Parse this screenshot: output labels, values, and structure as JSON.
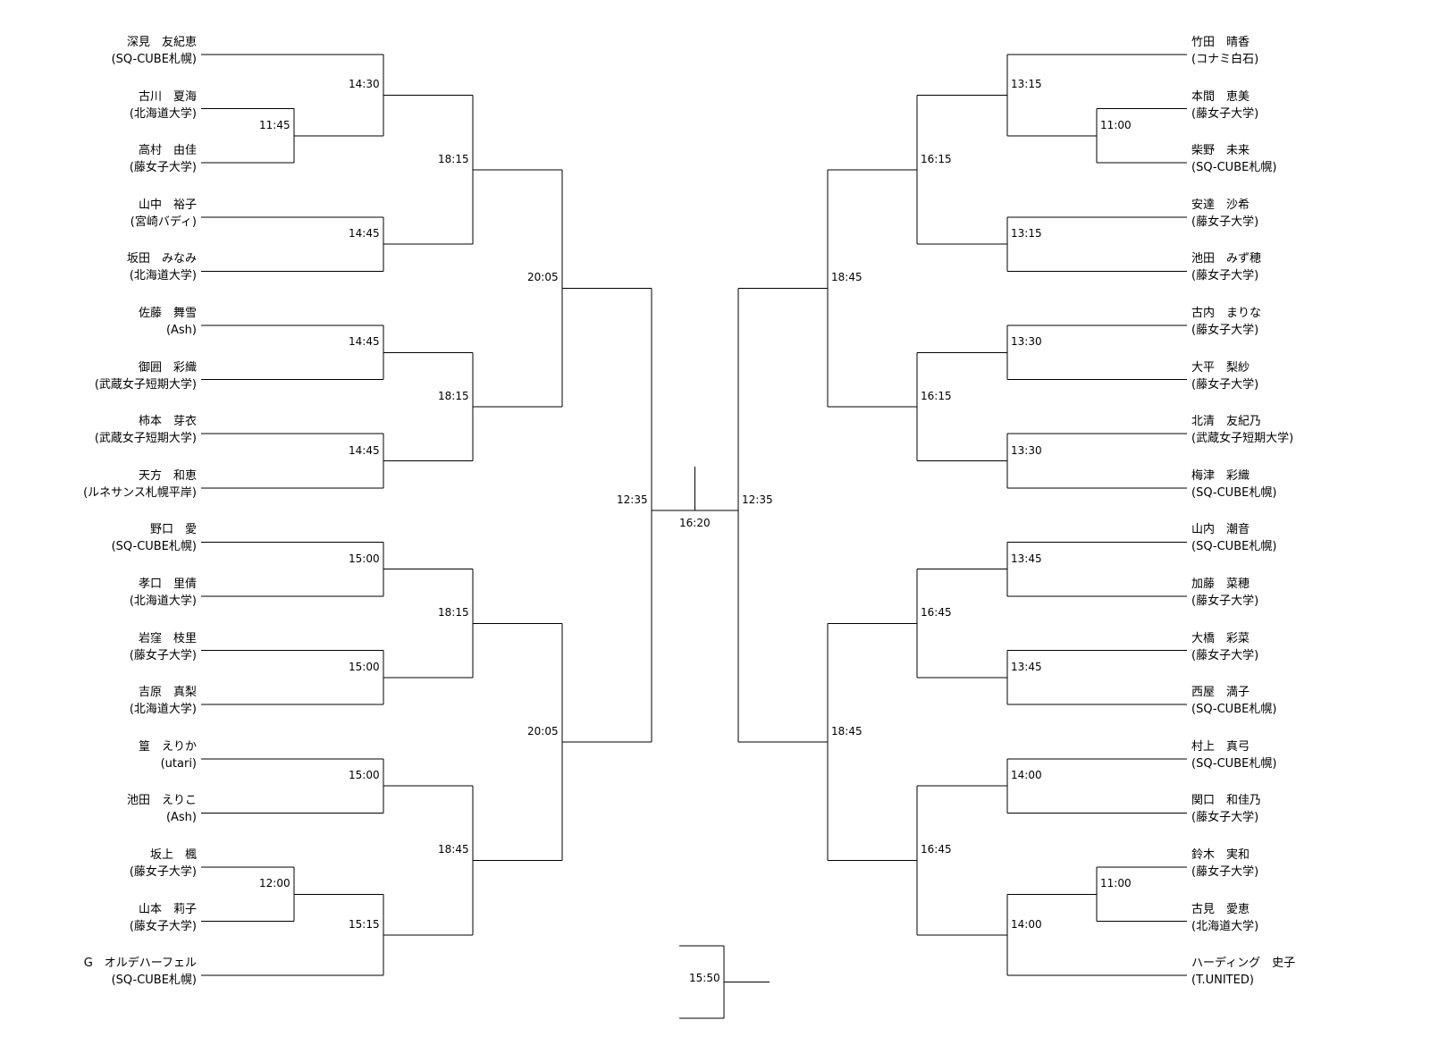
{
  "left_players": [
    {
      "name": "深見　友紀恵",
      "affiliation": "(SQ-CUBE札幌)"
    },
    {
      "name": "古川　夏海",
      "affiliation": "(北海道大学)"
    },
    {
      "name": "高村　由佳",
      "affiliation": "(藤女子大学)"
    },
    {
      "name": "山中　裕子",
      "affiliation": "(宮崎バディ)"
    },
    {
      "name": "坂田　みなみ",
      "affiliation": "(北海道大学)"
    },
    {
      "name": "佐藤　舞雪",
      "affiliation": "(Ash)"
    },
    {
      "name": "御囲　彩織",
      "affiliation": "(武蔵女子短期大学)"
    },
    {
      "name": "柿本　芽衣",
      "affiliation": "(武蔵女子短期大学)"
    },
    {
      "name": "天方　和恵",
      "affiliation": "(ルネサンス札幌平岸)"
    },
    {
      "name": "野口　愛",
      "affiliation": "(SQ-CUBE札幌)"
    },
    {
      "name": "孝口　里倩",
      "affiliation": "(北海道大学)"
    },
    {
      "name": "岩窪　枝里",
      "affiliation": "(藤女子大学)"
    },
    {
      "name": "吉原　真梨",
      "affiliation": "(北海道大学)"
    },
    {
      "name": "篁　えりか",
      "affiliation": "(utari)"
    },
    {
      "name": "池田　えりこ",
      "affiliation": "(Ash)"
    },
    {
      "name": "坂上　楓",
      "affiliation": "(藤女子大学)"
    },
    {
      "name": "山本　莉子",
      "affiliation": "(藤女子大学)"
    },
    {
      "name": "G　オルデハーフェル",
      "affiliation": "(SQ-CUBE札幌)"
    }
  ],
  "right_players": [
    {
      "name": "竹田　晴香",
      "affiliation": "(コナミ白石)"
    },
    {
      "name": "本間　恵美",
      "affiliation": "(藤女子大学)"
    },
    {
      "name": "柴野　未来",
      "affiliation": "(SQ-CUBE札幌)"
    },
    {
      "name": "安達　沙希",
      "affiliation": "(藤女子大学)"
    },
    {
      "name": "池田　みず穂",
      "affiliation": "(藤女子大学)"
    },
    {
      "name": "古内　まりな",
      "affiliation": "(藤女子大学)"
    },
    {
      "name": "大平　梨紗",
      "affiliation": "(藤女子大学)"
    },
    {
      "name": "北清　友紀乃",
      "affiliation": "(武蔵女子短期大学)"
    },
    {
      "name": "梅津　彩織",
      "affiliation": "(SQ-CUBE札幌)"
    },
    {
      "name": "山内　潮音",
      "affiliation": "(SQ-CUBE札幌)"
    },
    {
      "name": "加藤　菜穂",
      "affiliation": "(藤女子大学)"
    },
    {
      "name": "大橋　彩菜",
      "affiliation": "(藤女子大学)"
    },
    {
      "name": "西屋　満子",
      "affiliation": "(SQ-CUBE札幌)"
    },
    {
      "name": "村上　真弓",
      "affiliation": "(SQ-CUBE札幌)"
    },
    {
      "name": "関口　和佳乃",
      "affiliation": "(藤女子大学)"
    },
    {
      "name": "鈴木　実和",
      "affiliation": "(藤女子大学)"
    },
    {
      "name": "古見　愛恵",
      "affiliation": "(北海道大学)"
    },
    {
      "name": "ハーディング　史子",
      "affiliation": "(T.UNITED)"
    }
  ],
  "left_times": {
    "prelim": [
      "11:45",
      "12:00"
    ],
    "r1": [
      "14:30",
      "14:45",
      "14:45",
      "14:45",
      "15:00",
      "15:00",
      "15:00",
      "15:15"
    ],
    "r2": [
      "18:15",
      "18:15",
      "18:15",
      "18:45"
    ],
    "r3": [
      "20:05",
      "20:05"
    ],
    "semi": "12:35"
  },
  "right_times": {
    "prelim": [
      "11:00",
      "11:00"
    ],
    "r1": [
      "13:15",
      "13:15",
      "13:30",
      "13:30",
      "13:45",
      "13:45",
      "14:00",
      "14:00"
    ],
    "r2": [
      "16:15",
      "16:15",
      "16:45",
      "16:45"
    ],
    "r3": [
      "18:45",
      "18:45"
    ],
    "semi": "12:35"
  },
  "final_time": "16:20",
  "third_place_time": "15:50"
}
